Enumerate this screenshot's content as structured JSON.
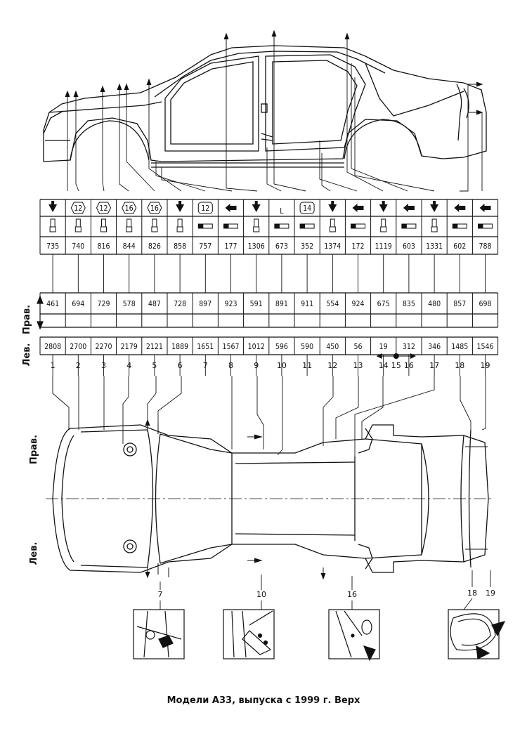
{
  "caption": "Модели A33, выпуска с 1999 г. Верх",
  "side_labels": {
    "right": "Прав.",
    "left": "Лев."
  },
  "points": [
    {
      "n": "1",
      "icon": "arrow-down",
      "bolt": "",
      "mount": "vertical",
      "height": "735",
      "right": "461",
      "left": "2808"
    },
    {
      "n": "2",
      "icon": "hex-bolt",
      "bolt": "12",
      "mount": "vertical",
      "height": "740",
      "right": "694",
      "left": "2700"
    },
    {
      "n": "3",
      "icon": "hex-bolt",
      "bolt": "12",
      "mount": "vertical",
      "height": "816",
      "right": "729",
      "left": "2270"
    },
    {
      "n": "4",
      "icon": "hex-bolt",
      "bolt": "16",
      "mount": "vertical",
      "height": "844",
      "right": "578",
      "left": "2179"
    },
    {
      "n": "5",
      "icon": "hex-bolt",
      "bolt": "16",
      "mount": "vertical",
      "height": "826",
      "right": "487",
      "left": "2121"
    },
    {
      "n": "6",
      "icon": "arrow-down",
      "bolt": "",
      "mount": "vertical",
      "height": "858",
      "right": "728",
      "left": "1889"
    },
    {
      "n": "7",
      "icon": "rounded-bolt",
      "bolt": "12",
      "mount": "horizontal",
      "height": "757",
      "right": "897",
      "left": "1651"
    },
    {
      "n": "8",
      "icon": "arrow-left",
      "bolt": "",
      "mount": "horizontal",
      "height": "177",
      "right": "923",
      "left": "1567"
    },
    {
      "n": "9",
      "icon": "arrow-down",
      "bolt": "",
      "mount": "vertical",
      "height": "1306",
      "right": "591",
      "left": "1012"
    },
    {
      "n": "10",
      "icon": "l-bracket",
      "bolt": "L",
      "mount": "horizontal",
      "height": "673",
      "right": "891",
      "left": "596"
    },
    {
      "n": "11",
      "icon": "rounded-bolt",
      "bolt": "14",
      "mount": "horizontal",
      "height": "352",
      "right": "911",
      "left": "590"
    },
    {
      "n": "12",
      "icon": "arrow-down",
      "bolt": "",
      "mount": "vertical",
      "height": "1374",
      "right": "554",
      "left": "450"
    },
    {
      "n": "13",
      "icon": "arrow-left",
      "bolt": "",
      "mount": "horizontal",
      "height": "172",
      "right": "924",
      "left": "56"
    },
    {
      "n": "14",
      "icon": "arrow-down",
      "bolt": "",
      "mount": "vertical",
      "height": "1119",
      "right": "675",
      "left": "19"
    },
    {
      "n": "16",
      "icon": "arrow-left",
      "bolt": "",
      "mount": "horizontal",
      "height": "603",
      "right": "835",
      "left": "312"
    },
    {
      "n": "17",
      "icon": "arrow-down",
      "bolt": "",
      "mount": "vertical",
      "height": "1331",
      "right": "480",
      "left": "346"
    },
    {
      "n": "18",
      "icon": "arrow-left",
      "bolt": "",
      "mount": "horizontal",
      "height": "602",
      "right": "857",
      "left": "1485"
    },
    {
      "n": "19",
      "icon": "arrow-left",
      "bolt": "",
      "mount": "horizontal",
      "height": "788",
      "right": "698",
      "left": "1546"
    }
  ],
  "extra_point_label": "15",
  "detail_labels": [
    "7",
    "10",
    "16",
    "18",
    "19"
  ]
}
